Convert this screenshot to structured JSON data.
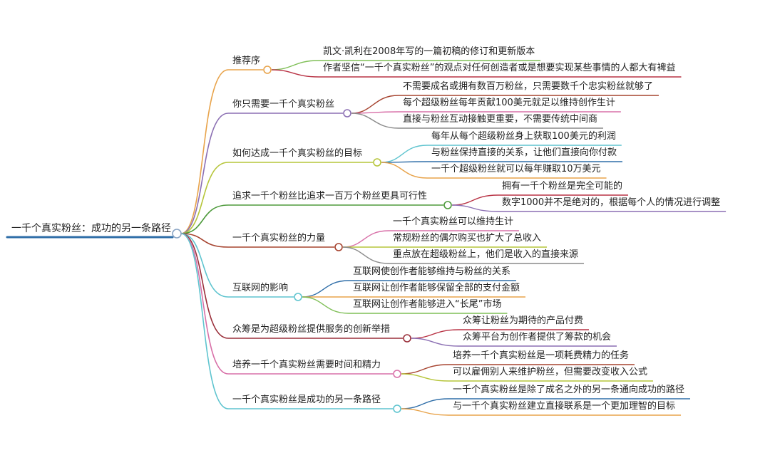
{
  "root": {
    "label": "一千个真实粉丝：成功的另一条路径",
    "color": "#2f6ea8"
  },
  "branches": [
    {
      "label": "推荐序",
      "color": "#e8a34a",
      "children": [
        {
          "label": "凯文·凯利在2008年写的一篇初稿的修订和更新版本",
          "color": "#7fbf57"
        },
        {
          "label": "作者坚信“一千个真实粉丝”的观点对任何创造者或是想要实现某些事情的人都大有裨益",
          "color": "#b83244"
        }
      ]
    },
    {
      "label": "你只需要一千个真实粉丝",
      "color": "#8b6fb3",
      "children": [
        {
          "label": "不需要成名或拥有数百万粉丝，只需要数千个忠实粉丝就够了",
          "color": "#a6432f"
        },
        {
          "label": "每个超级粉丝每年贡献100美元就足以维持创作生计",
          "color": "#d870a8"
        },
        {
          "label": "直接与粉丝互动接触更重要，不需要传统中间商",
          "color": "#8a8a8a"
        }
      ]
    },
    {
      "label": "如何达成一千个真实粉丝的目标",
      "color": "#b6c53a",
      "children": [
        {
          "label": "每年从每个超级粉丝身上获取100美元的利润",
          "color": "#5ec4cf"
        },
        {
          "label": "与粉丝保持直接的关系，让他们直接向你付款",
          "color": "#2f6ea8"
        },
        {
          "label": "一千个超级粉丝就可以每年赚取10万美元",
          "color": "#e8a34a"
        }
      ]
    },
    {
      "label": "追求一千个粉丝比追求一百万个粉丝更具可行性",
      "color": "#4e9a3c",
      "children": [
        {
          "label": "拥有一千个粉丝是完全可能的",
          "color": "#b83244"
        },
        {
          "label": "数字1000并不是绝对的，根据每个人的情况进行调整",
          "color": "#8b6fb3"
        }
      ]
    },
    {
      "label": "一千个真实粉丝的力量",
      "color": "#a6432f",
      "children": [
        {
          "label": "一千个真实粉丝可以维持生计",
          "color": "#d870a8"
        },
        {
          "label": "常规粉丝的偶尔购买也扩大了总收入",
          "color": "#b6c53a"
        },
        {
          "label": "重点放在超级粉丝上，他们是收入的直接来源",
          "color": "#8a8a8a"
        }
      ]
    },
    {
      "label": "互联网的影响",
      "color": "#5ec4cf",
      "children": [
        {
          "label": "互联网使创作者能够维持与粉丝的关系",
          "color": "#2f6ea8"
        },
        {
          "label": "互联网让创作者能够保留全部的支付金额",
          "color": "#e8a34a"
        },
        {
          "label": "互联网让创作者能够进入“长尾”市场",
          "color": "#7fbf57"
        }
      ]
    },
    {
      "label": "众筹是为超级粉丝提供服务的创新举措",
      "color": "#9a2f3a",
      "children": [
        {
          "label": "众筹让粉丝为期待的产品付费",
          "color": "#b83244"
        },
        {
          "label": "众筹平台为创作者提供了筹款的机会",
          "color": "#8b6fb3"
        }
      ]
    },
    {
      "label": "培养一千个真实粉丝需要时间和精力",
      "color": "#d870a8",
      "children": [
        {
          "label": "培养一千个真实粉丝是一项耗费精力的任务",
          "color": "#a6432f"
        },
        {
          "label": "可以雇佣别人来维护粉丝，但需要改变收入公式",
          "color": "#b6c53a"
        }
      ]
    },
    {
      "label": "一千个真实粉丝是成功的另一条路径",
      "color": "#5ec4cf",
      "children": [
        {
          "label": "一千个真实粉丝是除了成名之外的另一条通向成功的路径",
          "color": "#2f6ea8"
        },
        {
          "label": "与一千个真实粉丝建立直接联系是一个更加理智的目标",
          "color": "#e8a34a"
        }
      ]
    }
  ]
}
